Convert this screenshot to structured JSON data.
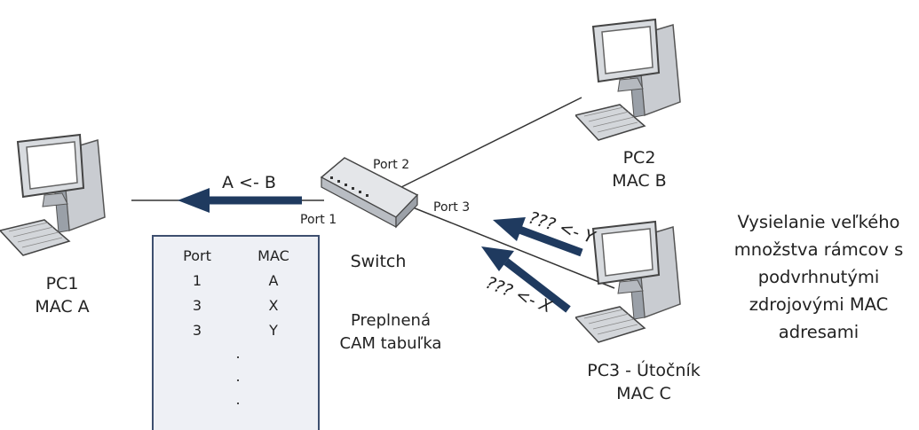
{
  "title": "",
  "colors": {
    "arrow": "#1f3a5f",
    "line": "#333333",
    "table_bg": "#eef0f5",
    "table_border": "#3d4f6f"
  },
  "nodes": {
    "pc1": {
      "name": "PC1",
      "mac": "MAC A",
      "icon": "desktop-computer-icon"
    },
    "pc2": {
      "name": "PC2",
      "mac": "MAC B",
      "icon": "desktop-computer-icon"
    },
    "pc3": {
      "name": "PC3 - Útočník",
      "mac": "MAC C",
      "icon": "desktop-computer-icon"
    },
    "switch": {
      "name": "Switch",
      "icon": "network-switch-icon"
    }
  },
  "ports": {
    "p1": "Port 1",
    "p2": "Port 2",
    "p3": "Port 3"
  },
  "arrows": {
    "pc1_frame": "A <- B",
    "attack_y": "??? <- Y",
    "attack_x": "??? <- X"
  },
  "cam_table": {
    "headers": [
      "Port",
      "MAC"
    ],
    "rows": [
      [
        "1",
        "A"
      ],
      [
        "3",
        "X"
      ],
      [
        "3",
        "Y"
      ]
    ],
    "ellipsis": [
      ".",
      ".",
      "."
    ],
    "caption_line1": "Preplnená",
    "caption_line2": "CAM tabuľka"
  },
  "attack_description": [
    "Vysielanie veľkého",
    "množstva rámcov s",
    "podvrhnutými",
    "zdrojovými MAC",
    "adresami"
  ]
}
